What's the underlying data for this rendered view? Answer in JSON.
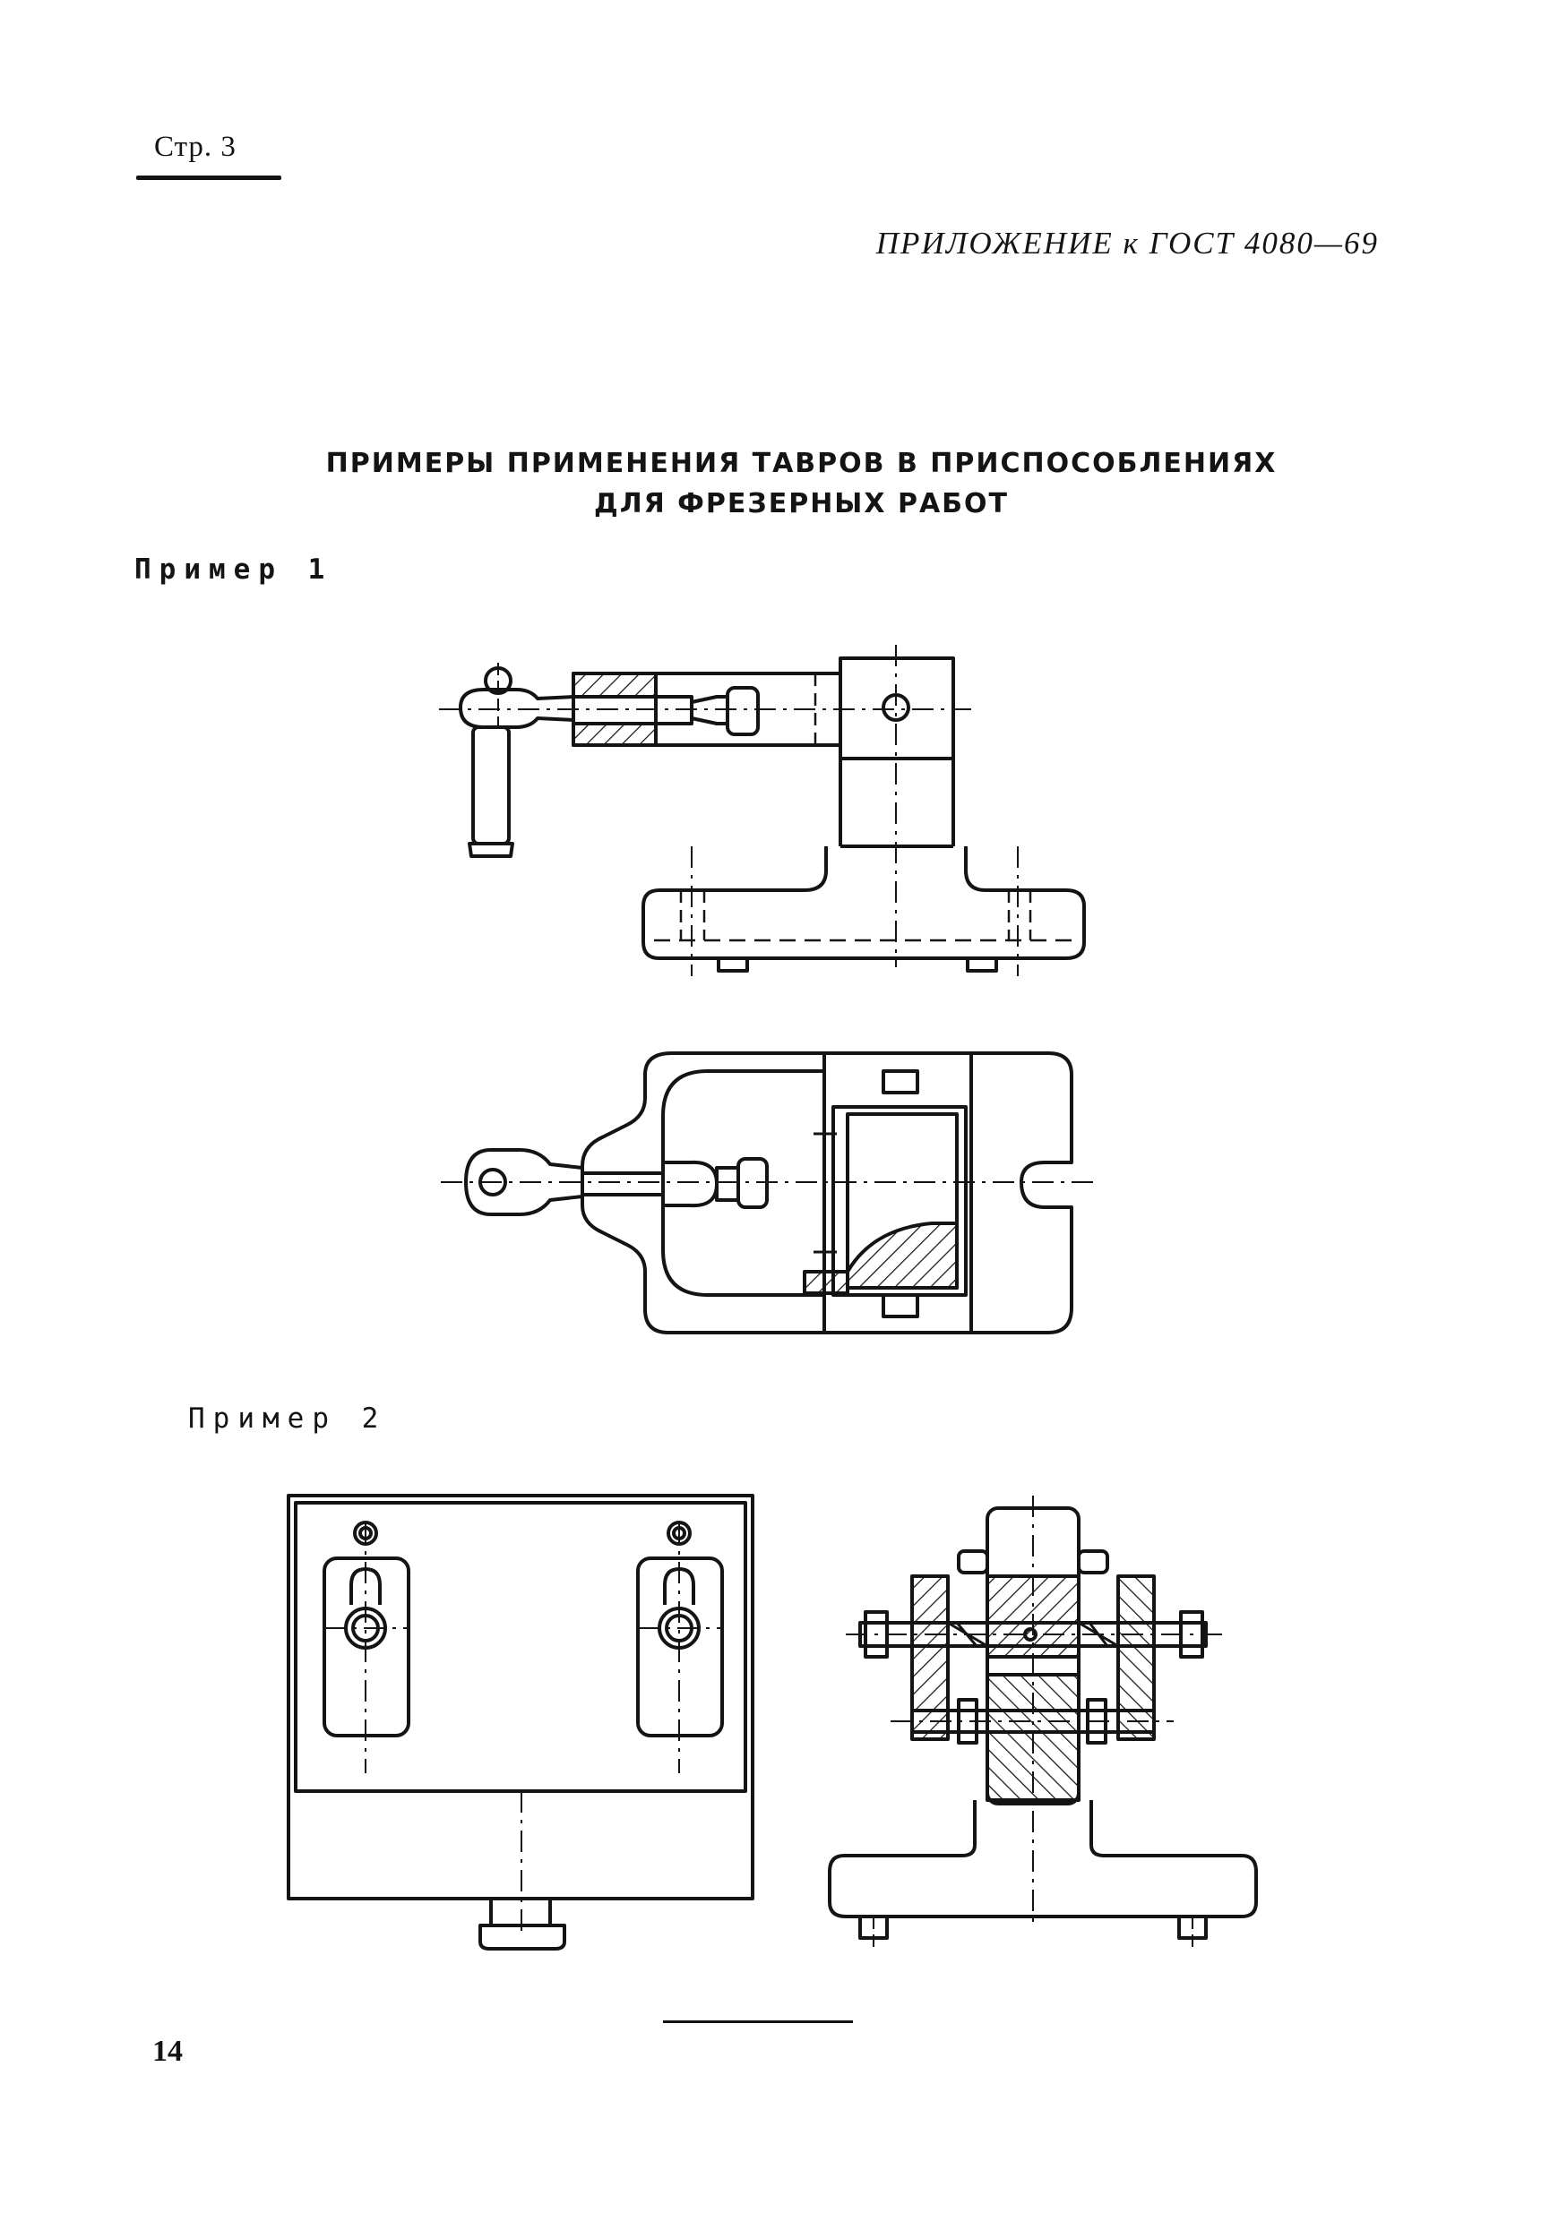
{
  "header": {
    "page_label": "Стр. 3",
    "appendix": "ПРИЛОЖЕНИЕ к ГОСТ 4080—69"
  },
  "title": {
    "line1": "ПРИМЕРЫ ПРИМЕНЕНИЯ ТАВРОВ В ПРИСПОСОБЛЕНИЯХ",
    "line2": "ДЛЯ ФРЕЗЕРНЫХ РАБОТ"
  },
  "examples": [
    {
      "label": "Пример 1"
    },
    {
      "label": "Пример 2"
    }
  ],
  "footer": {
    "page_number": "14"
  }
}
